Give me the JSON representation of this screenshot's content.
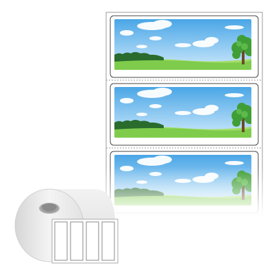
{
  "colors": {
    "sky_top": "#4aa6e6",
    "sky_bottom": "#bfe4fb",
    "cloud": "#ffffff",
    "grass": "#7fcc4c",
    "grass_light": "#a6dd6b",
    "forest": "#2a6b2e",
    "tree_trunk": "#6d4a2a",
    "tree_leaves": "#3f9e36",
    "liner_border": "#999999",
    "label_border": "#444444",
    "roll": "#e3e3e3"
  },
  "labels": [
    {
      "name": "label-1"
    },
    {
      "name": "label-2"
    },
    {
      "name": "label-3"
    }
  ],
  "roll": {
    "segments": 4
  }
}
